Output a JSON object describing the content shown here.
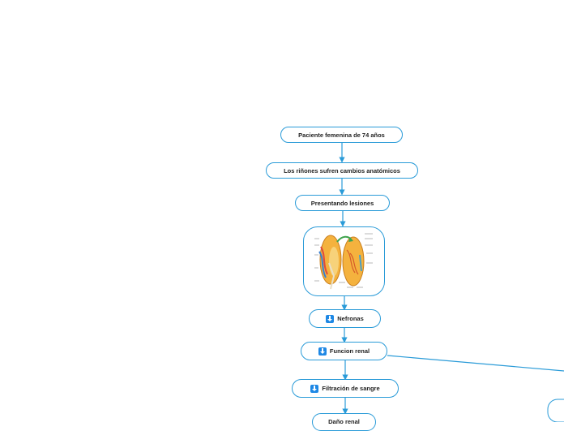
{
  "diagram": {
    "nodes": {
      "paciente": "Paciente femenina de 74 años",
      "rinones": "Los riñones sufren cambios anatómicos",
      "lesiones": "Presentando lesiones",
      "nefronas": "Nefronas",
      "funcion": "Funcion renal",
      "filtracion": "Filtración de sangre",
      "dano": "Daño renal"
    },
    "image": {
      "icon": "kidney-anatomy-illustration"
    },
    "colors": {
      "border": "#2a9bd8",
      "connector": "#2a9bd8",
      "icon": "#1e88e5"
    }
  }
}
